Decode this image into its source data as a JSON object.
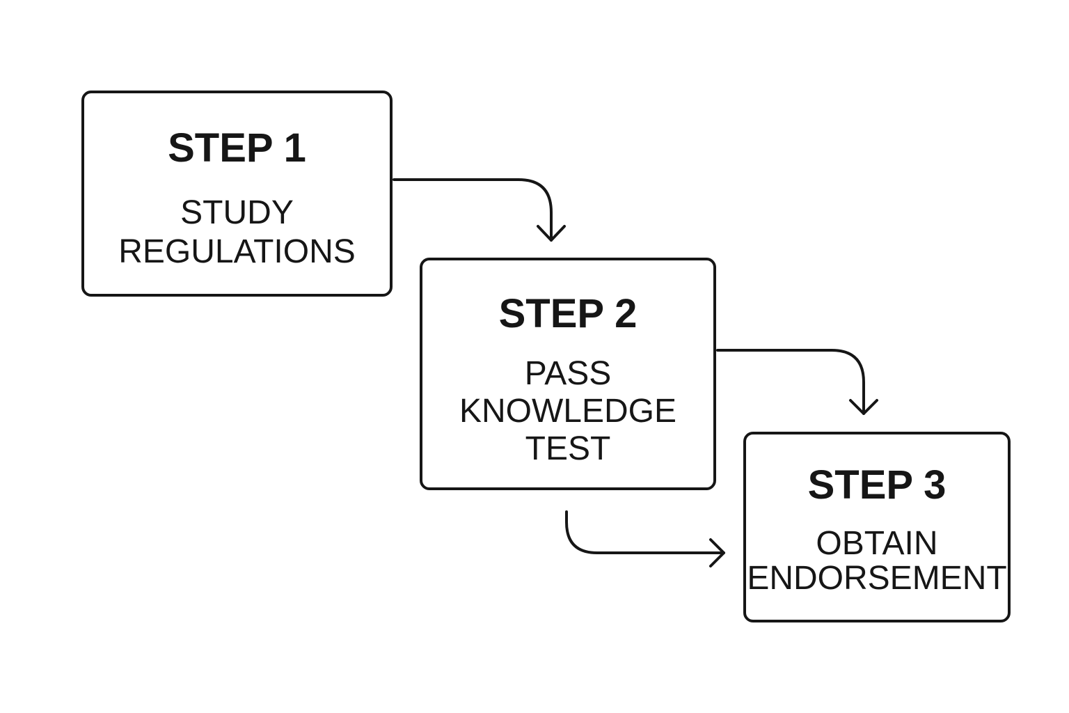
{
  "steps": [
    {
      "title": "STEP 1",
      "description": "STUDY\nREGULATIONS"
    },
    {
      "title": "STEP 2",
      "description": "PASS\nKNOWLEDGE\nTEST"
    },
    {
      "title": "STEP 3",
      "description": "OBTAIN\nENDORSEMENT"
    }
  ],
  "colors": {
    "stroke": "#161616",
    "background": "#ffffff"
  }
}
